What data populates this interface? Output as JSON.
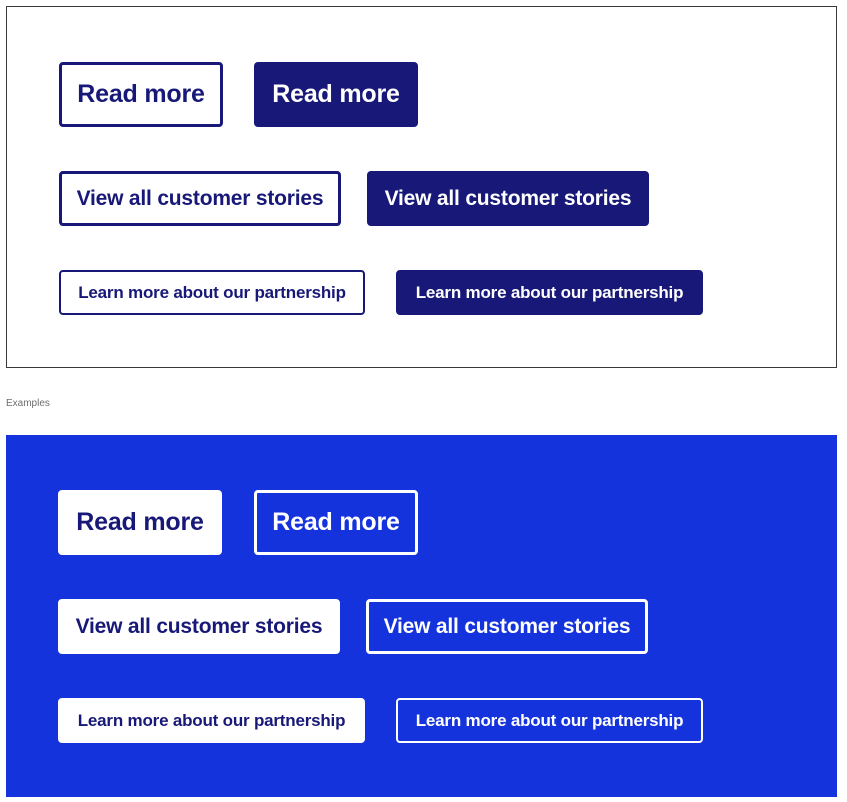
{
  "colors": {
    "navy": "#171877",
    "blue_panel": "#1433dc",
    "white": "#ffffff"
  },
  "light_panel": {
    "row1": {
      "outline_label": "Read more",
      "filled_label": "Read more"
    },
    "row2": {
      "outline_label": "View all customer stories",
      "filled_label": "View all customer stories"
    },
    "row3": {
      "outline_label": "Learn more about our partnership",
      "filled_label": "Learn more about our partnership"
    }
  },
  "caption": "Examples",
  "dark_panel": {
    "row1": {
      "white_label": "Read more",
      "outline_label": "Read more"
    },
    "row2": {
      "white_label": "View all customer stories",
      "outline_label": "View all customer stories"
    },
    "row3": {
      "white_label": "Learn more about our partnership",
      "outline_label": "Learn more about our partnership"
    }
  }
}
